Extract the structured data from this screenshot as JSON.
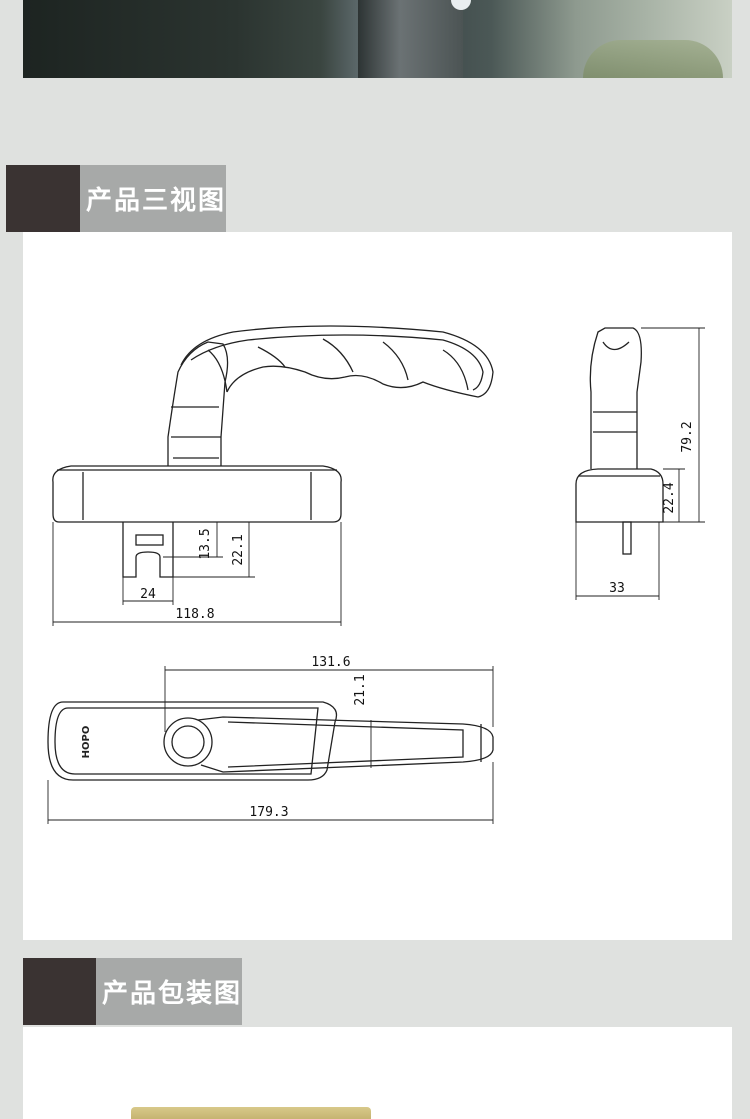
{
  "sections": [
    {
      "title": "产品三视图"
    },
    {
      "title": "产品包装图"
    }
  ],
  "drawing": {
    "brand_mark": "HOPO",
    "dimensions": {
      "d_13_5": "13.5",
      "d_22_1": "22.1",
      "d_24": "24",
      "d_118_8": "118.8",
      "d_79_2": "79.2",
      "d_22_4": "22.4",
      "d_33": "33",
      "d_131_6": "131.6",
      "d_21_1": "21.1",
      "d_179_3": "179.3"
    }
  },
  "colors": {
    "background": "#dfe1df",
    "header_dark": "#3a3332",
    "header_gray": "#a7a9a8",
    "panel": "#ffffff"
  }
}
